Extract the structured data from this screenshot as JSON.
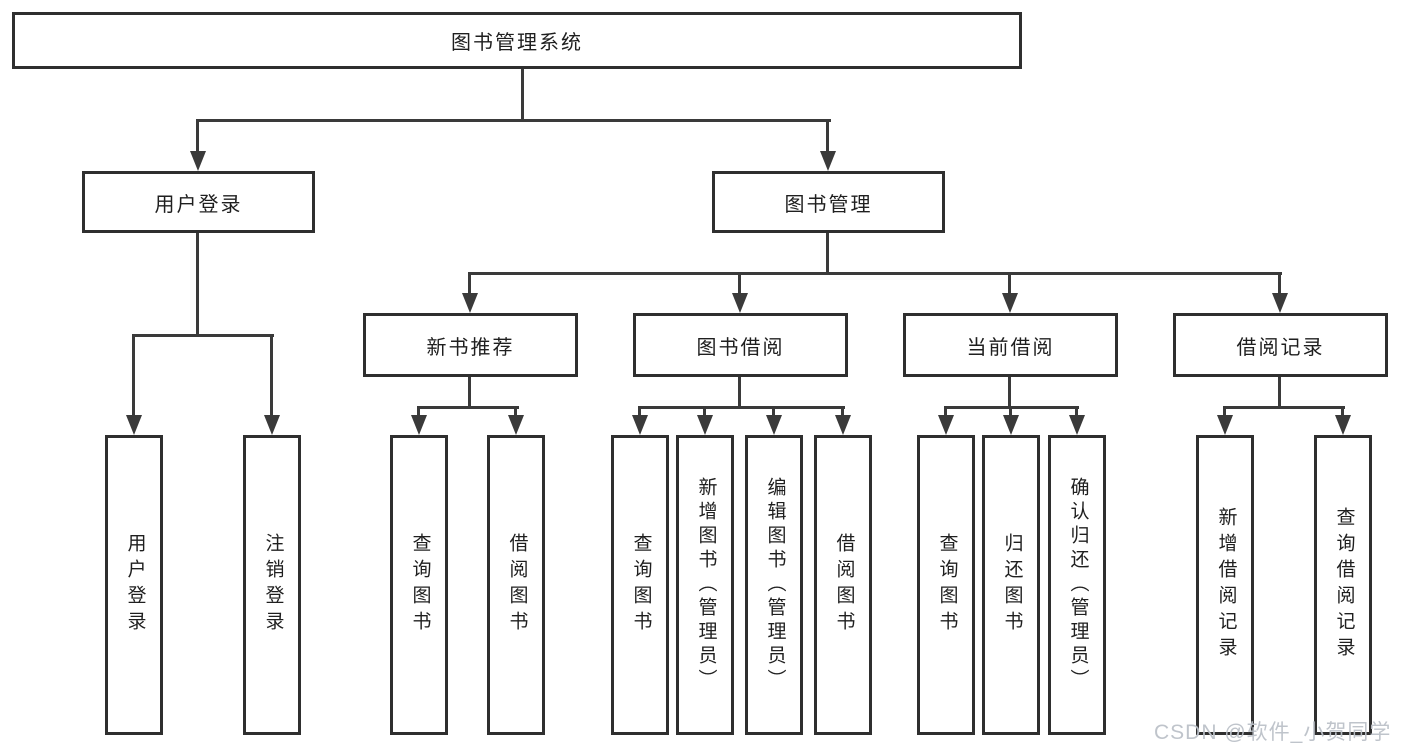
{
  "tree": {
    "root": "图书管理系统",
    "branches": [
      {
        "label": "用户登录",
        "children": [
          "用户登录",
          "注销登录"
        ]
      },
      {
        "label": "图书管理",
        "groups": [
          {
            "label": "新书推荐",
            "children": [
              "查询图书",
              "借阅图书"
            ]
          },
          {
            "label": "图书借阅",
            "children": [
              "查询图书",
              "新增图书（管理员）",
              "编辑图书（管理员）",
              "借阅图书"
            ]
          },
          {
            "label": "当前借阅",
            "children": [
              "查询图书",
              "归还图书",
              "确认归还（管理员）"
            ]
          },
          {
            "label": "借阅记录",
            "children": [
              "新增借阅记录",
              "查询借阅记录"
            ]
          }
        ]
      }
    ]
  },
  "watermark": "CSDN @软件_小贺同学",
  "colors": {
    "background": "#ffffff",
    "box_border": "#2f2f2f",
    "connector_line": "#3a3a3a",
    "text": "#1f1f1f",
    "watermark": "#bcc1c8"
  }
}
